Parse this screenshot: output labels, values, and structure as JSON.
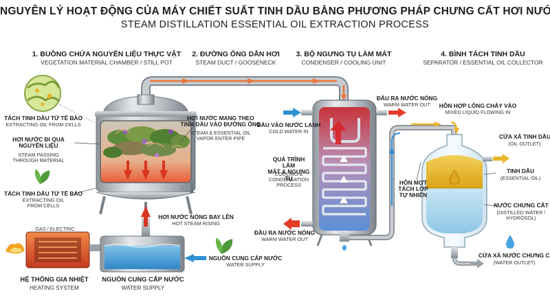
{
  "title": "NGUYÊN LÝ HOẠT ĐỘNG CỦA MÁY CHIẾT SUẤT TINH DẦU BẰNG PHƯƠNG PHÁP CHƯNG CẤT HƠI NƯỚC",
  "subtitle": "STEAM DISTILLATION ESSENTIAL OIL EXTRACTION PROCESS",
  "sections": [
    {
      "vi": "1. BUỒNG CHỨA NGUYÊN LIỆU THỰC VẬT",
      "en": "VEGETATION MATERIAL CHAMBER / STILL POT"
    },
    {
      "vi": "2. ĐƯỜNG ỐNG DẪN HƠI",
      "en": "STEAM DUCT / GOOSENECK"
    },
    {
      "vi": "3. BỘ NGƯNG TỤ LÀM MÁT",
      "en": "CONDENSER / COOLING UNIT"
    },
    {
      "vi": "4. BÌNH TÁCH TINH DẦU",
      "en": "SEPARATOR / ESSENTIAL OIL COLLECTOR"
    }
  ],
  "labels": {
    "cells_top_vi": "TÁCH TINH DẦU TỪ TẾ BÀO",
    "cells_top_en": "EXTRACTING OIL FROM CELLS",
    "steam_pass_vi": "HƠI NƯỚC ĐI QUA\nNGUYÊN LIỆU",
    "steam_pass_en": "STEAM PASSING\nTHROUGH MATERIAL",
    "cells_bottom_vi": "TÁCH TINH DẦU TỪ TẾ BÀO",
    "cells_bottom_en": "EXTRACTING OIL\nFROM CELLS",
    "vapor_vi": "HƠI NƯỚC MANG THEO\nTINH DẦU VÀO ĐƯỜNG ỐNG",
    "vapor_en": "STEAM & ESSENTIAL OIL\nVAPOR ENTER PIPE",
    "rising_vi": "HƠI NƯỚC NÓNG BAY LÊN",
    "rising_en": "HOT STEAM RISING",
    "gas": "GAS / ELECTRIC",
    "heating_vi": "HỆ THỐNG GIA NHIỆT",
    "heating_en": "HEATING SYSTEM",
    "water_vi": "NGUỒN CUNG CẤP NƯỚC",
    "water_en": "WATER SUPPLY",
    "supply_vi": "NGUỒN CUNG CẤP NƯỚC",
    "supply_en": "WATER SUPPLY",
    "cold_in_vi": "ĐẦU VÀO NƯỚC LẠNH",
    "cold_in_en": "COLD WATER IN",
    "cond_vi": "QUÁ TRÌNH LÀM\nMÁT & NGƯNG TỤ",
    "cond_en": "COOLING &\nCONDENSATION\nPROCESS",
    "hot_out_top_vi": "ĐẦU RA NƯỚC NÓNG",
    "hot_out_top_en": "WARM WATER OUT",
    "hot_out_bottom_vi": "ĐẦU RA NƯỚC NÓNG",
    "hot_out_bottom_en": "WARM WATER OUT",
    "mixture_vi": "HỖN HỢP LỎNG CHẢY VÀO",
    "mixture_en": "MIXED LIQUID FLOWING IN",
    "separate": "HỖN MỢT\nTÁCH LỚP\nTỰ NHIÊN",
    "oil_outlet_vi": "CỬA XẢ TINH DẦU",
    "oil_outlet_en": "(OIL OUTLET)",
    "oil_vi": "TINH DẦU",
    "oil_en": "(ESSENTIAL OIL)",
    "hydrosol_vi": "NƯỚC CHƯNG CẤT",
    "hydrosol_en": "(DISTILLED WATER /\nHYDROSOL)",
    "water_outlet_vi": "CỬA XẢ NƯỚC CHƯNG CẤT",
    "water_outlet_en": "(WATER OUTLET)"
  },
  "colors": {
    "steam": "#e8763a",
    "hot": "#e43c2a",
    "cold": "#2f8fd3",
    "oil": "#e9b52a",
    "water": "#9cd0ec",
    "leaf": "#4d9a3a"
  }
}
